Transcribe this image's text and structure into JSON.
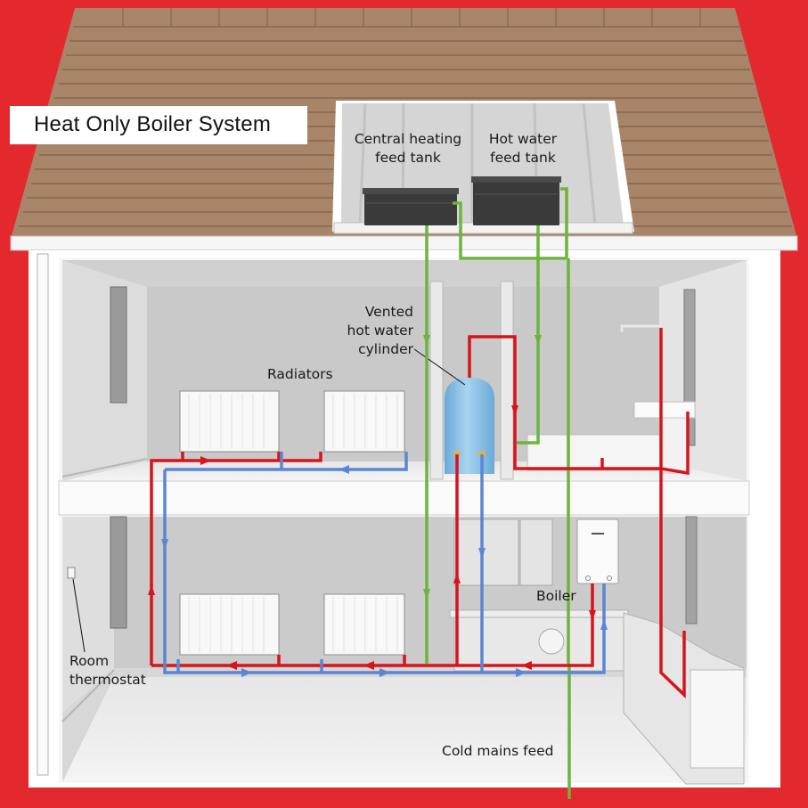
{
  "title": "Heat Only Boiler System",
  "colors": {
    "background": "#e3292e",
    "roof": "#a88468",
    "roof_line": "#7e604b",
    "wall": "#d8d8d8",
    "floor": "#ececec",
    "hot_pipe": "#d7141c",
    "return_pipe": "#5b86d2",
    "cold_pipe": "#6db43c",
    "cylinder": "#8cc3e8",
    "tank": "#3a3a3a"
  },
  "labels": {
    "ch_tank": [
      "Central heating",
      "feed tank"
    ],
    "hw_tank": [
      "Hot water",
      "feed tank"
    ],
    "cylinder": [
      "Vented",
      "hot water",
      "cylinder"
    ],
    "radiators": "Radiators",
    "boiler": "Boiler",
    "thermostat": [
      "Room",
      "thermostat"
    ],
    "cold_mains": "Cold mains feed"
  },
  "legend": {
    "hot_flow": "red",
    "return_flow": "blue",
    "cold_feed": "green"
  },
  "components": [
    {
      "name": "Central heating feed tank",
      "floor": "loft"
    },
    {
      "name": "Hot water feed tank",
      "floor": "loft"
    },
    {
      "name": "Vented hot water cylinder",
      "floor": "first"
    },
    {
      "name": "Radiators",
      "floor": "first",
      "count": 2
    },
    {
      "name": "Radiators",
      "floor": "ground",
      "count": 2
    },
    {
      "name": "Boiler",
      "floor": "ground"
    },
    {
      "name": "Room thermostat",
      "floor": "ground"
    },
    {
      "name": "Cold mains feed",
      "floor": "ground"
    }
  ]
}
